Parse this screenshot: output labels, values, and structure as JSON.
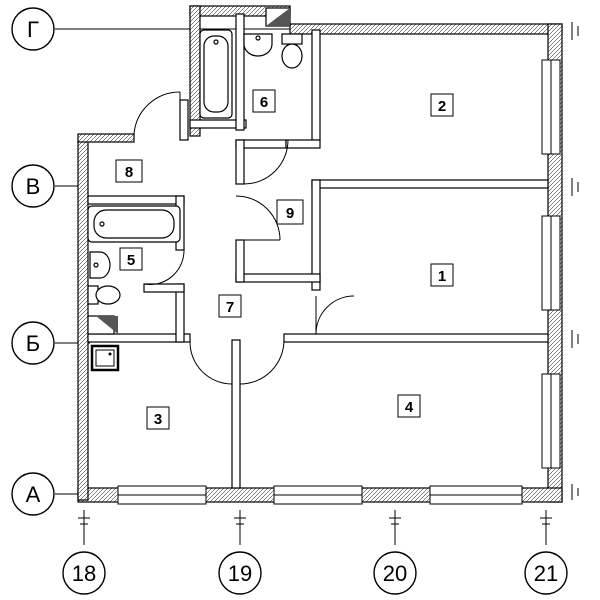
{
  "axes": {
    "rows": [
      {
        "id": "row-g",
        "label": "Г"
      },
      {
        "id": "row-v",
        "label": "В"
      },
      {
        "id": "row-b",
        "label": "Б"
      },
      {
        "id": "row-a",
        "label": "А"
      }
    ],
    "columns": [
      {
        "id": "col-18",
        "label": "18"
      },
      {
        "id": "col-19",
        "label": "19"
      },
      {
        "id": "col-20",
        "label": "20"
      },
      {
        "id": "col-21",
        "label": "21"
      }
    ]
  },
  "rooms": [
    {
      "id": "room-1",
      "label": "1"
    },
    {
      "id": "room-2",
      "label": "2"
    },
    {
      "id": "room-3",
      "label": "3"
    },
    {
      "id": "room-4",
      "label": "4"
    },
    {
      "id": "room-5",
      "label": "5"
    },
    {
      "id": "room-6",
      "label": "6"
    },
    {
      "id": "room-7",
      "label": "7"
    },
    {
      "id": "room-8",
      "label": "8"
    },
    {
      "id": "room-9",
      "label": "9"
    }
  ]
}
